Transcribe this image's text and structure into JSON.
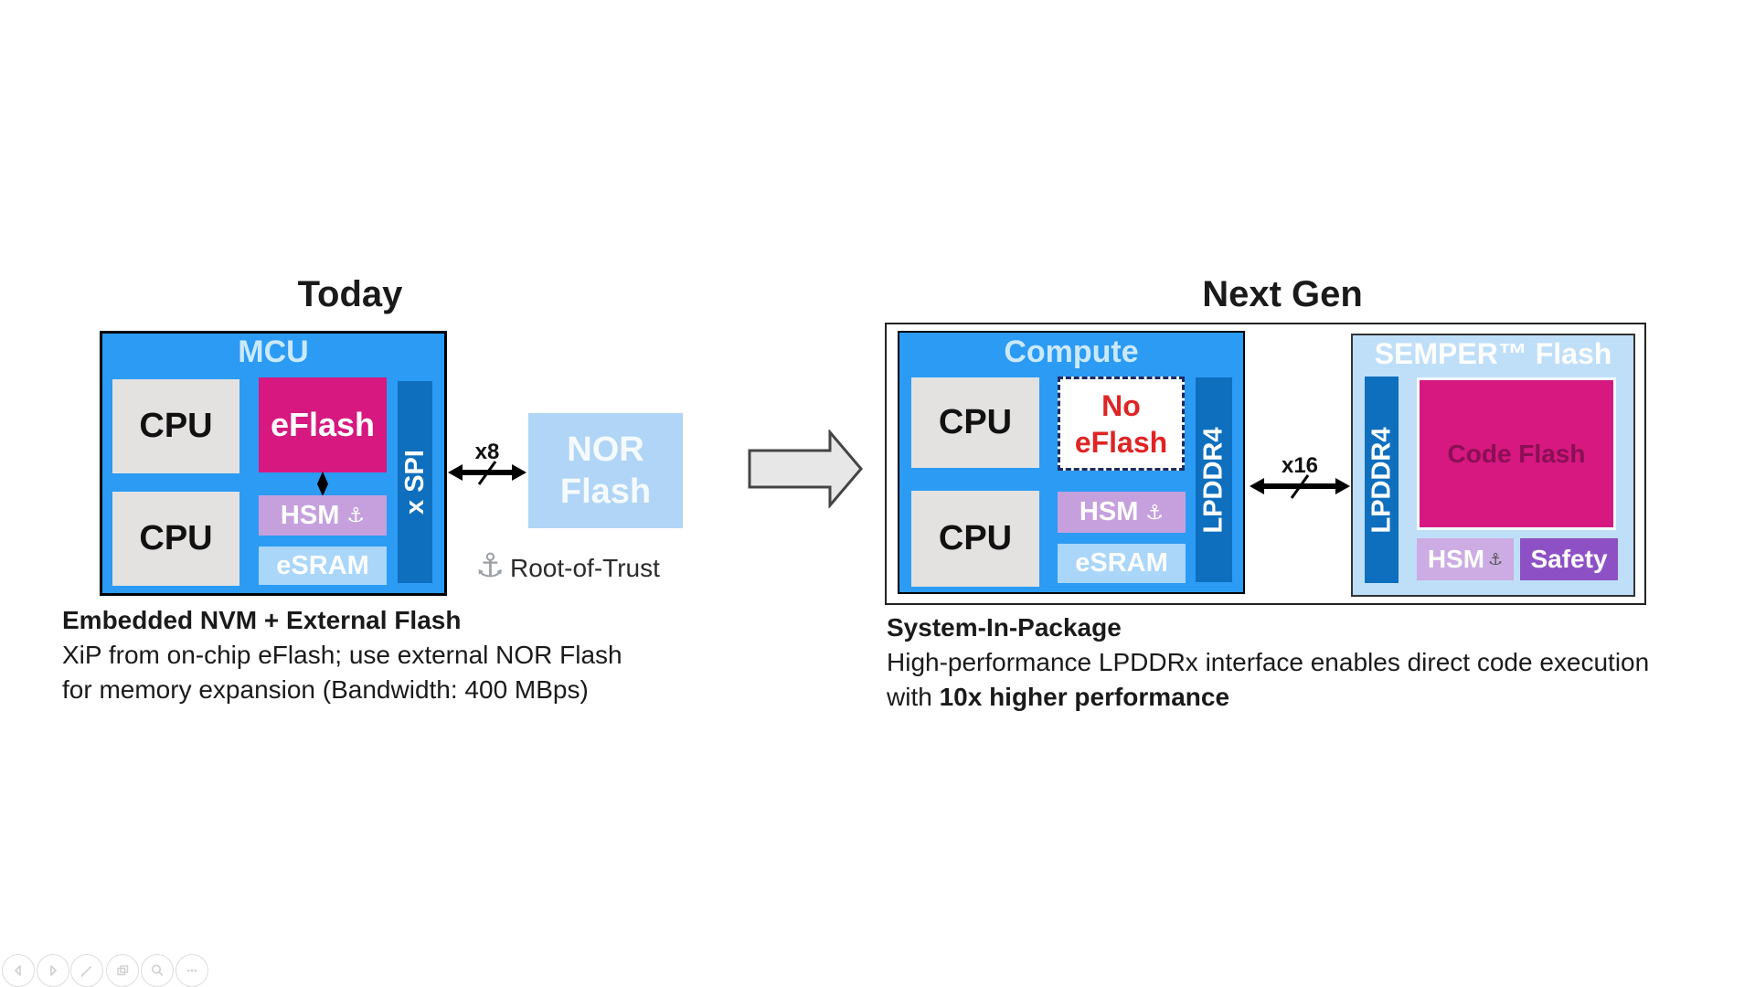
{
  "titles": {
    "left": "Today",
    "right": "Next Gen"
  },
  "glyphs": {
    "anchor": "⚓"
  },
  "left": {
    "mcu_label": "MCU",
    "cpu_top": "CPU",
    "cpu_bottom": "CPU",
    "eflash": "eFlash",
    "hsm": "HSM",
    "esram": "eSRAM",
    "xspi": "x SPI",
    "bus_label": "x8",
    "nor_line1": "NOR",
    "nor_line2": "Flash",
    "root_of_trust": "Root-of-Trust",
    "caption_heading": "Embedded NVM + External Flash",
    "caption_line1": "XiP from on-chip eFlash; use external NOR Flash",
    "caption_line2": "for memory expansion (Bandwidth: 400 MBps)"
  },
  "right": {
    "compute_label": "Compute",
    "cpu_top": "CPU",
    "cpu_bottom": "CPU",
    "no_eflash_line1": "No",
    "no_eflash_line2": "eFlash",
    "hsm": "HSM",
    "esram": "eSRAM",
    "lpddr4_compute": "LPDDR4",
    "bus_label": "x16",
    "semper_label": "SEMPER™ Flash",
    "lpddr4_semper": "LPDDR4",
    "code_flash": "Code Flash",
    "semper_hsm": "HSM",
    "safety": "Safety",
    "caption_heading": "System-In-Package",
    "caption_line1": "High-performance LPDDRx interface enables direct code execution",
    "caption_line2_prefix": "with ",
    "caption_line2_bold": "10x higher performance"
  },
  "colors": {
    "box_blue": "#2b9bf4",
    "bar_blue": "#0e6fbe",
    "magenta": "#d61880",
    "hsm_purple": "#c5a0dd",
    "safety_purple": "#8e51c5",
    "esram_blue": "#a9d6f9",
    "nor_blue": "#b1d5f6",
    "semper_blue": "#bfdff9",
    "cpu_gray": "#e4e2e1",
    "no_eflash_red": "#e02424"
  },
  "toolbar": {
    "buttons": [
      {
        "name": "previous"
      },
      {
        "name": "next"
      },
      {
        "name": "annotate-pen"
      },
      {
        "name": "slides"
      },
      {
        "name": "zoom"
      },
      {
        "name": "more"
      }
    ]
  }
}
